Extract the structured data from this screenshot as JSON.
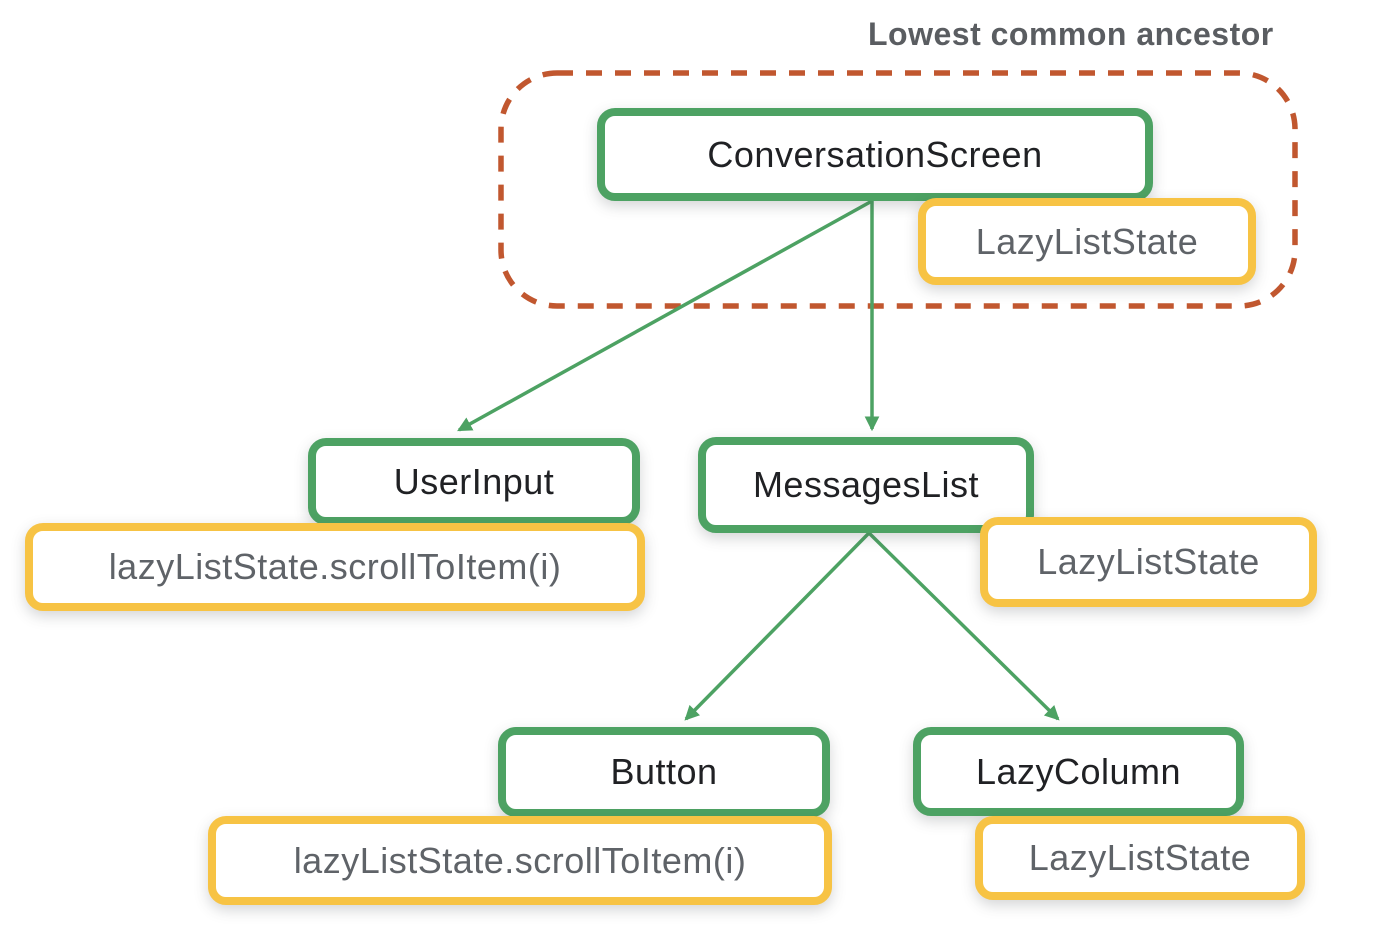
{
  "annotation": {
    "label": "Lowest common ancestor"
  },
  "colors": {
    "composable_border": "#4da263",
    "state_border": "#f7c344",
    "ancestor_outline": "#c1572f",
    "composable_text": "#202124",
    "state_text": "#5f6368",
    "annotation_text": "#5a5d61",
    "arrow": "#4da263"
  },
  "nodes": {
    "conversation_screen": {
      "label": "ConversationScreen",
      "type": "composable"
    },
    "lazy_list_state_top": {
      "label": "LazyListState",
      "type": "state"
    },
    "user_input": {
      "label": "UserInput",
      "type": "composable"
    },
    "scroll_to_item_left": {
      "label": "lazyListState.scrollToItem(i)",
      "type": "state"
    },
    "messages_list": {
      "label": "MessagesList",
      "type": "composable"
    },
    "lazy_list_state_middle": {
      "label": "LazyListState",
      "type": "state"
    },
    "button": {
      "label": "Button",
      "type": "composable"
    },
    "scroll_to_item_bottom": {
      "label": "lazyListState.scrollToItem(i)",
      "type": "state"
    },
    "lazy_column": {
      "label": "LazyColumn",
      "type": "composable"
    },
    "lazy_list_state_bottom": {
      "label": "LazyListState",
      "type": "state"
    }
  },
  "edges": [
    {
      "from": "ConversationScreen",
      "to": "UserInput"
    },
    {
      "from": "ConversationScreen",
      "to": "MessagesList"
    },
    {
      "from": "MessagesList",
      "to": "Button"
    },
    {
      "from": "MessagesList",
      "to": "LazyColumn"
    }
  ]
}
